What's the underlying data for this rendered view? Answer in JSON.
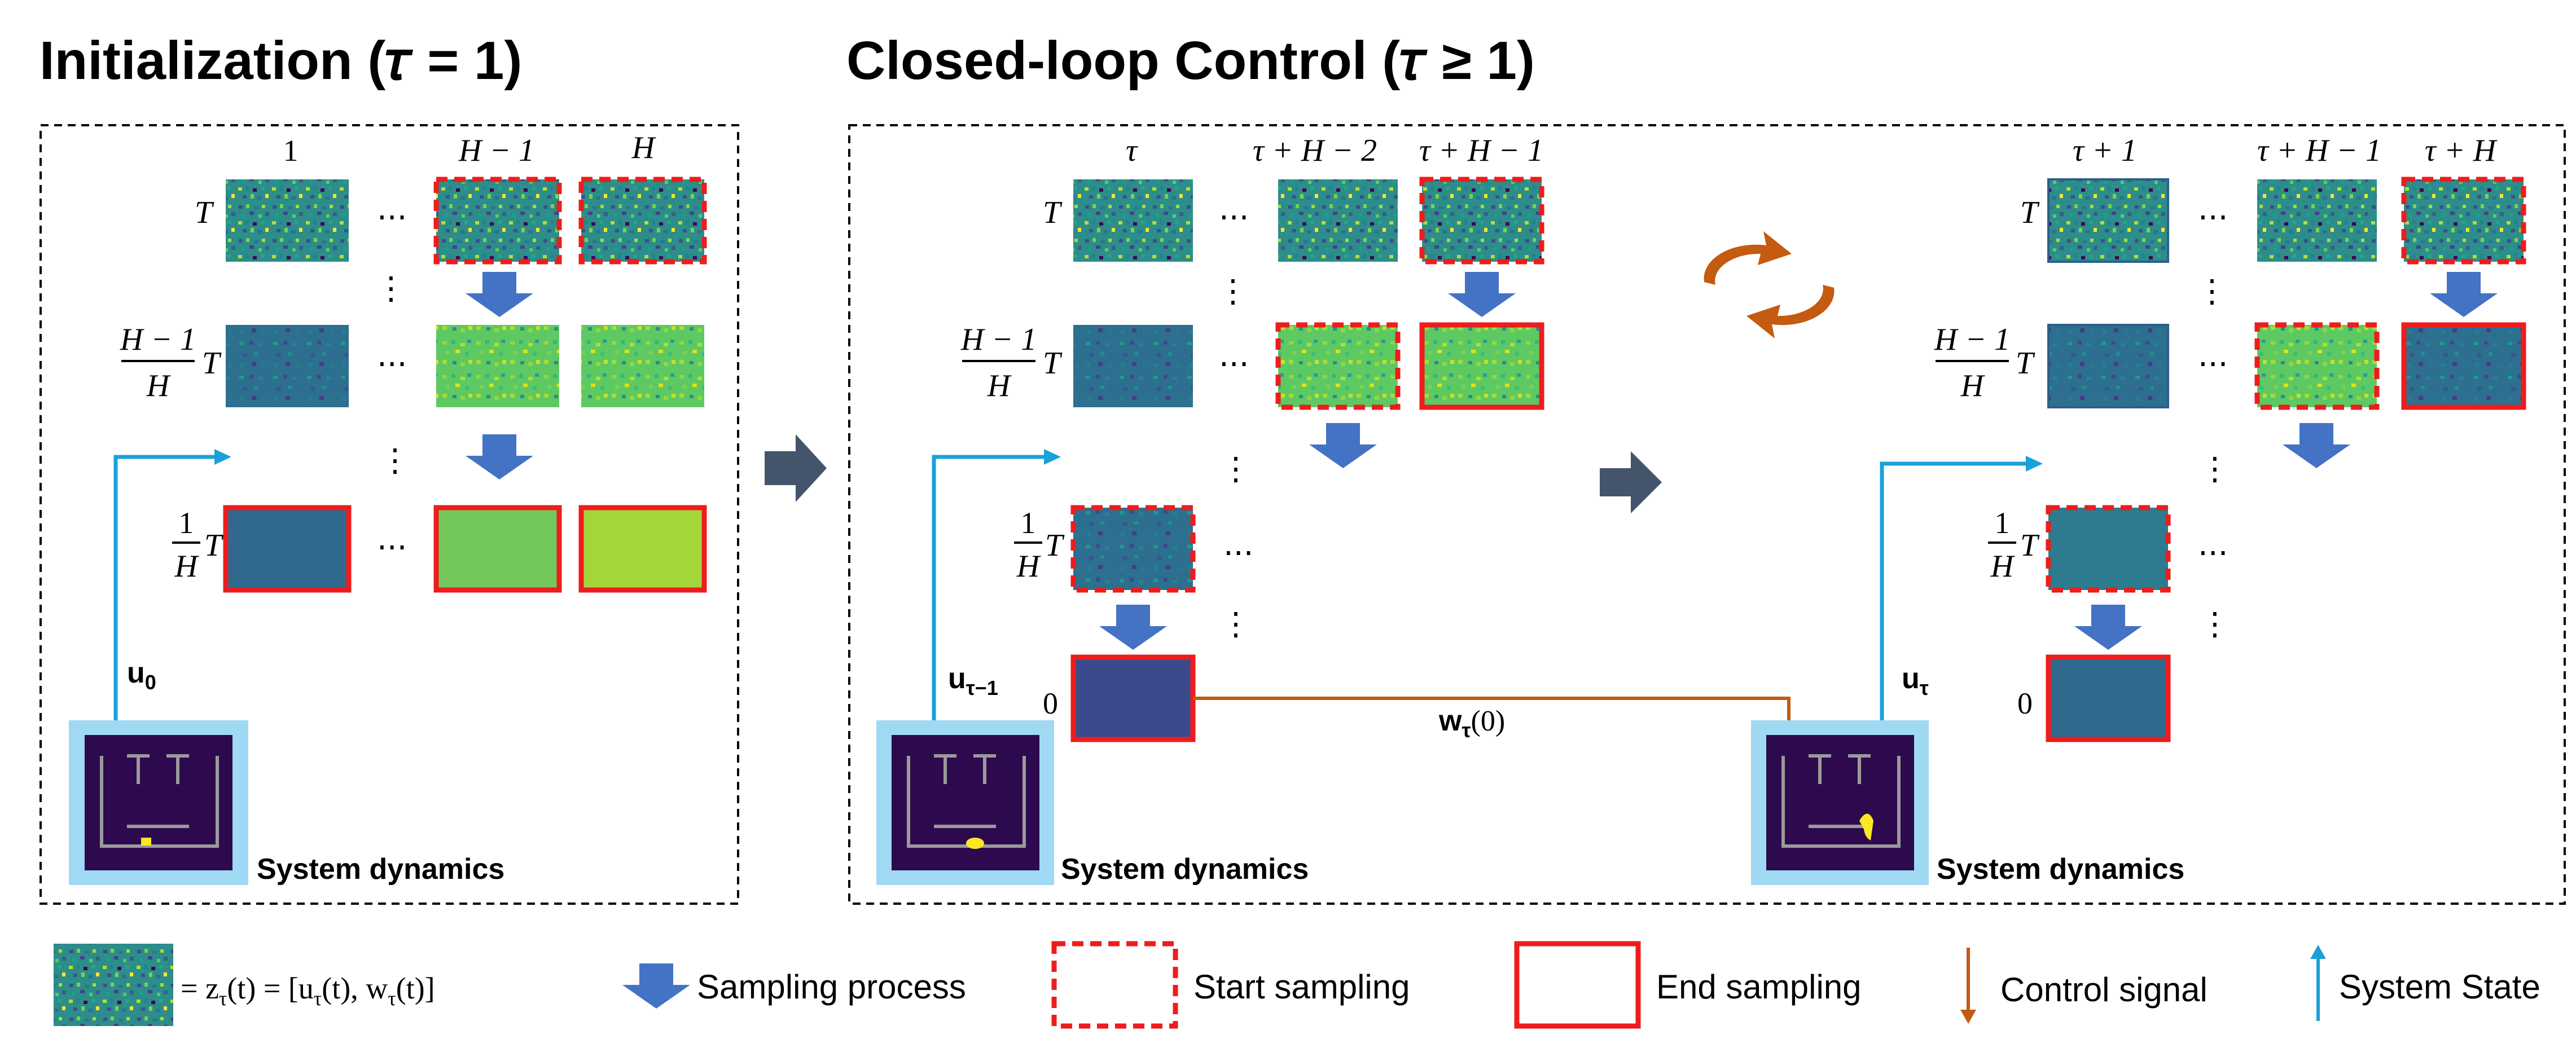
{
  "titles": {
    "init": "Initialization (𝜏 = 1)",
    "closed": "Closed-loop Control (𝜏 ≥ 1)"
  },
  "row_labels": {
    "T": "T",
    "Hm1_num": "H − 1",
    "H_den": "H",
    "one_num": "1",
    "zero": "0"
  },
  "panel1": {
    "cols": [
      "1",
      "H − 1",
      "H"
    ]
  },
  "panel2": {
    "cols": [
      "τ",
      "τ + H − 2",
      "τ + H − 1"
    ],
    "u_prev": "u",
    "u_prev_sub": "τ−1",
    "w_label": "w",
    "w_sub": "τ",
    "w_arg": "(0)"
  },
  "panel3": {
    "cols": [
      "τ + 1",
      "τ + H − 1",
      "τ + H"
    ],
    "u_label": "u",
    "u_sub": "τ"
  },
  "u0": {
    "u": "u",
    "sub": "0"
  },
  "system_dynamics": "System dynamics",
  "ellipsis": "···",
  "vellipsis": "⋮",
  "legend": {
    "eq_prefix": "= z",
    "eq_sub": "τ",
    "eq_mid": "(t) = [u",
    "eq_sub2": "τ",
    "eq_mid2": "(t), w",
    "eq_sub3": "τ",
    "eq_end": "(t)]",
    "sampling_process": "Sampling process",
    "start_sampling": "Start sampling",
    "end_sampling": "End sampling",
    "control_signal": "Control signal",
    "system_state": "System State"
  },
  "colors": {
    "red": "#ee1c1c",
    "blue_arrow": "#4472c4",
    "cyan": "#1aa1d8",
    "orange": "#c55a11",
    "gray_arrow": "#44546a",
    "sys_border": "#9fd9f3",
    "sys_bg": "#2d0a4e"
  }
}
